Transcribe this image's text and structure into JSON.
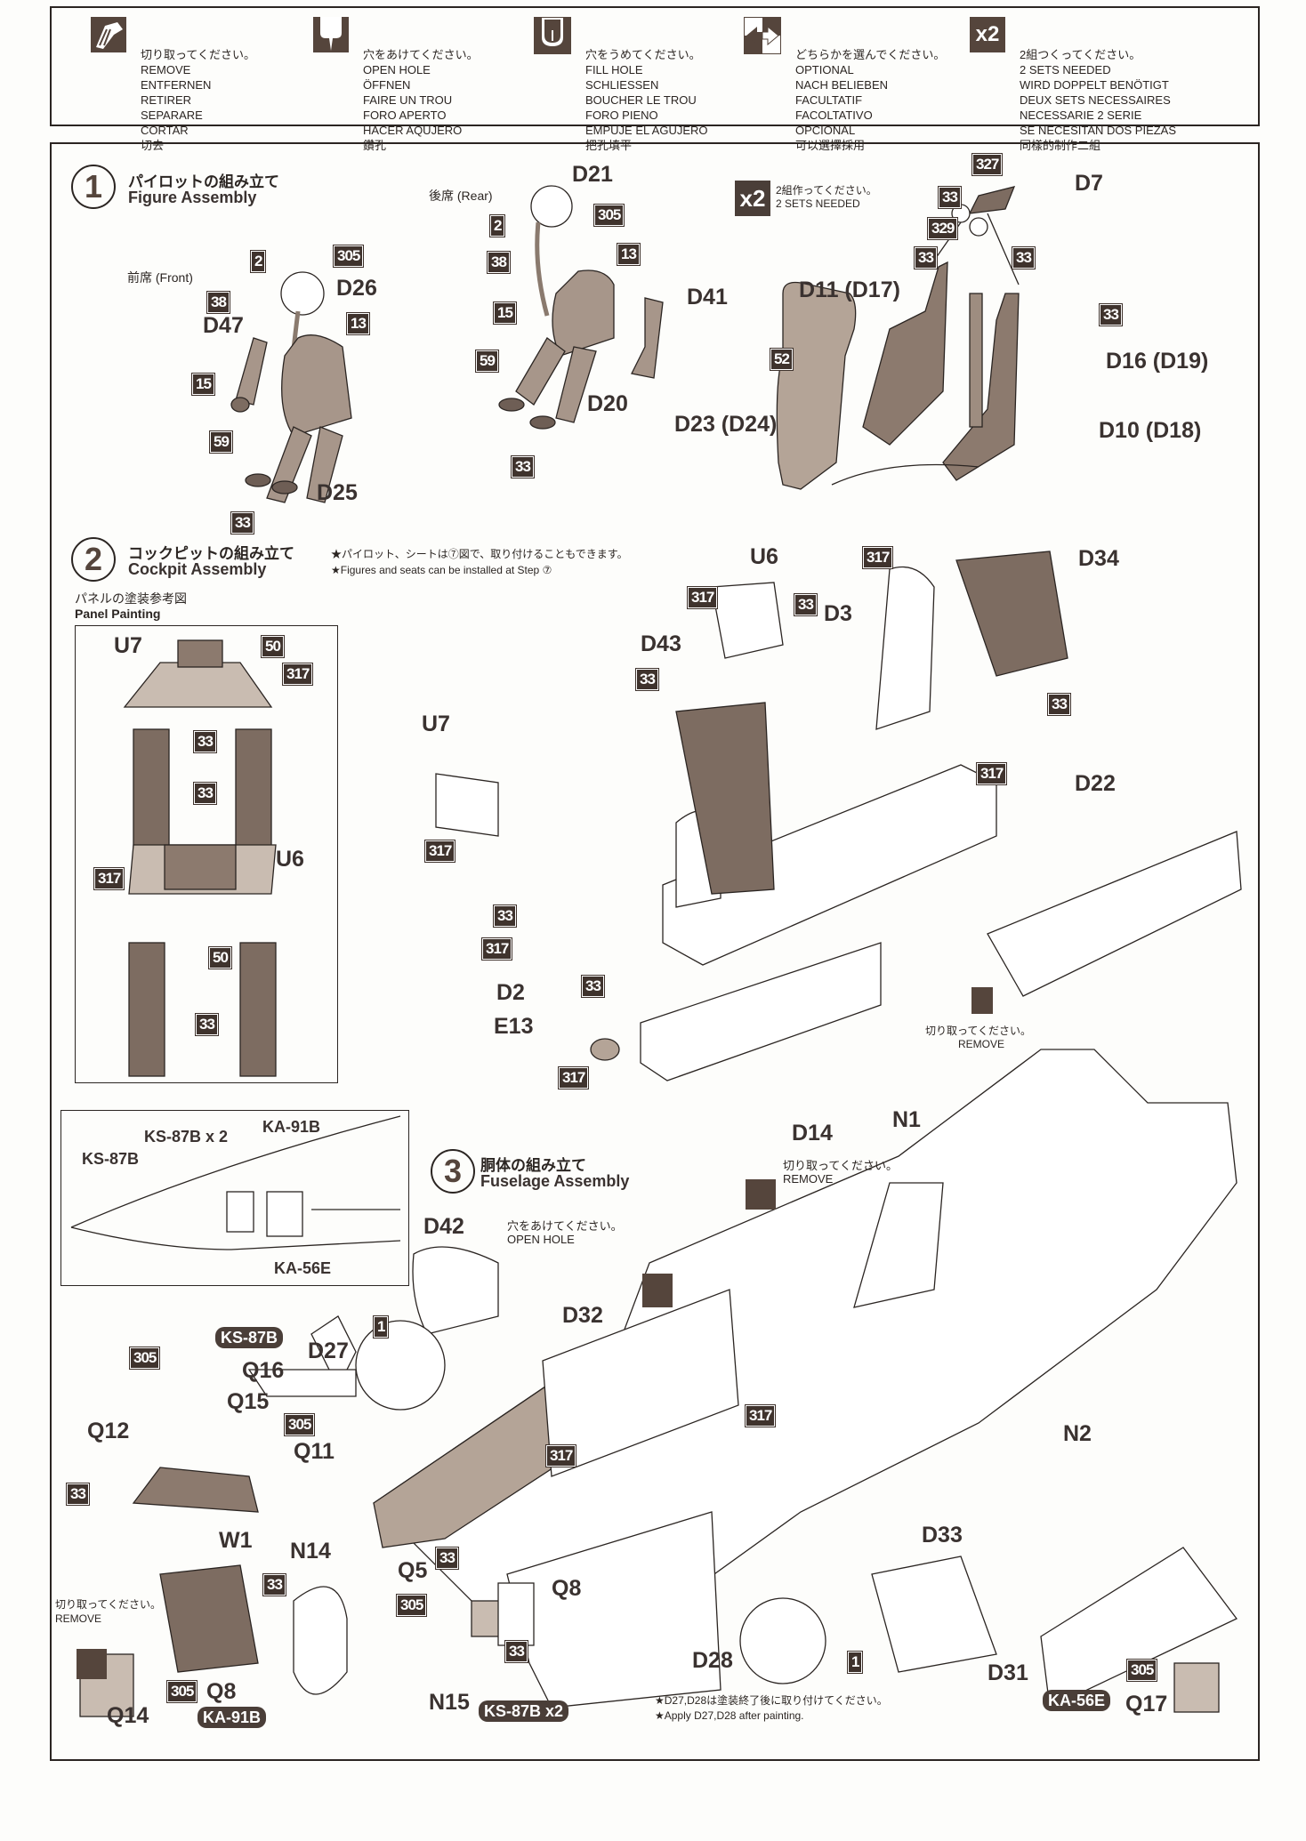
{
  "legend": [
    {
      "icon": "remove-icon",
      "lines": [
        "切り取ってください。",
        "REMOVE",
        "ENTFERNEN",
        "RETIRER",
        "SEPARARE",
        "CORTAR",
        "切去"
      ]
    },
    {
      "icon": "open-hole-icon",
      "lines": [
        "穴をあけてください。",
        "OPEN HOLE",
        "ÖFFNEN",
        "FAIRE UN TROU",
        "FORO APERTO",
        "HACER AQUJERO",
        "鑽孔"
      ]
    },
    {
      "icon": "fill-hole-icon",
      "lines": [
        "穴をうめてください。",
        "FILL HOLE",
        "SCHLIESSEN",
        "BOUCHER LE TROU",
        "FORO PIENO",
        "EMPUJE EL AGUJERO",
        "把孔填平"
      ]
    },
    {
      "icon": "optional-arrows-icon",
      "lines": [
        "どちらかを選んでください。",
        "OPTIONAL",
        "NACH BELIEBEN",
        "FACULTATIF",
        "FACOLTATIVO",
        "OPCIONAL",
        "可以選擇採用"
      ]
    },
    {
      "icon": "x2-icon",
      "icon_text": "x2",
      "lines": [
        "2組つくってください。",
        "2 SETS NEEDED",
        "WIRD DOPPELT BENÖTIGT",
        "DEUX SETS NECESSAIRES",
        "NECESSARIE 2 SERIE",
        "SE NECESITAN DOS PIEZAS",
        "同樣的制作二組"
      ]
    }
  ],
  "step1": {
    "number": "1",
    "title_jp": "パイロットの組み立て",
    "title_en": "Figure Assembly",
    "front_label": "前席 (Front)",
    "rear_label": "後席 (Rear)",
    "front_parts": [
      "D26",
      "D47",
      "D25"
    ],
    "front_colors": [
      "2",
      "305",
      "38",
      "13",
      "15",
      "59",
      "33"
    ],
    "rear_parts": [
      "D21",
      "D41",
      "D20"
    ],
    "rear_colors": [
      "2",
      "305",
      "38",
      "13",
      "15",
      "59",
      "33"
    ],
    "x2_badge": "x2",
    "x2_jp": "2組作ってください。",
    "x2_en": "2 SETS NEEDED",
    "seat_parts": [
      "D7",
      "D11 (D17)",
      "D16 (D19)",
      "D10 (D18)",
      "D23 (D24)"
    ],
    "seat_colors": [
      "327",
      "33",
      "329",
      "33",
      "33",
      "33",
      "52"
    ]
  },
  "step2": {
    "number": "2",
    "title_jp": "コックピットの組み立て",
    "title_en": "Cockpit Assembly",
    "note_jp": "★パイロット、シートは⑦図で、取り付けることもできます。",
    "note_en": "★Figures and seats can be installed at Step ⑦",
    "panel_title_jp": "パネルの塗装参考図",
    "panel_title_en": "Panel Painting",
    "panel_labels": {
      "u7": "U7",
      "u6": "U6",
      "c50a": "50",
      "c317a": "317",
      "c33a": "33",
      "c33b": "33",
      "c317b": "317",
      "c50b": "50",
      "c33c": "33"
    },
    "parts": {
      "u6": "U6",
      "d3": "D3",
      "d34": "D34",
      "d43": "D43",
      "u7": "U7",
      "d22": "D22",
      "d2": "D2",
      "e13": "E13",
      "d14": "D14"
    },
    "colors": {
      "c317_u6": "317",
      "c33_d3": "33",
      "c317_top": "317",
      "c33_d34": "33",
      "c33_d43": "33",
      "c317_u7": "317",
      "c317_tub": "317",
      "c33_d2": "33",
      "c317_d2": "317",
      "c33_e13": "33",
      "c317_e13": "317"
    },
    "remove_jp": "切り取ってください。",
    "remove_en": "REMOVE"
  },
  "recon_inset": {
    "labels": [
      "KS-87B x 2",
      "KA-91B",
      "KS-87B",
      "KA-56E"
    ]
  },
  "step3": {
    "number": "3",
    "title_jp": "胴体の組み立て",
    "title_en": "Fuselage Assembly",
    "remove_jp": "切り取ってください。",
    "remove_en": "REMOVE",
    "openhole_jp": "穴をあけてください。",
    "openhole_en": "OPEN HOLE",
    "parts": {
      "n1": "N1",
      "d42": "D42",
      "d32": "D32",
      "d27": "D27",
      "n2": "N2",
      "q16": "Q16",
      "q15": "Q15",
      "q12": "Q12",
      "q11": "Q11",
      "w1": "W1",
      "n14": "N14",
      "q5": "Q5",
      "q8a": "Q8",
      "d33": "D33",
      "d28": "D28",
      "d31": "D31",
      "q8b": "Q8",
      "q14": "Q14",
      "n15": "N15",
      "q17": "Q17"
    },
    "colors": {
      "c1a": "1",
      "c305a": "305",
      "c305b": "305",
      "c33a": "33",
      "c317a": "317",
      "c317b": "317",
      "c33b": "33",
      "c305c": "305",
      "c33c": "33",
      "c33d": "33",
      "c1b": "1",
      "c305d": "305",
      "c305e": "305"
    },
    "pills": {
      "ks87b": "KS-87B",
      "ka91b": "KA-91B",
      "ks87bx2": "KS-87B x2",
      "ka56e": "KA-56E"
    },
    "remove2_jp": "切り取ってください。",
    "remove2_en": "REMOVE",
    "note_jp": "★D27,D28は塗装終了後に取り付けてください。",
    "note_en": "★Apply D27,D28 after painting."
  }
}
